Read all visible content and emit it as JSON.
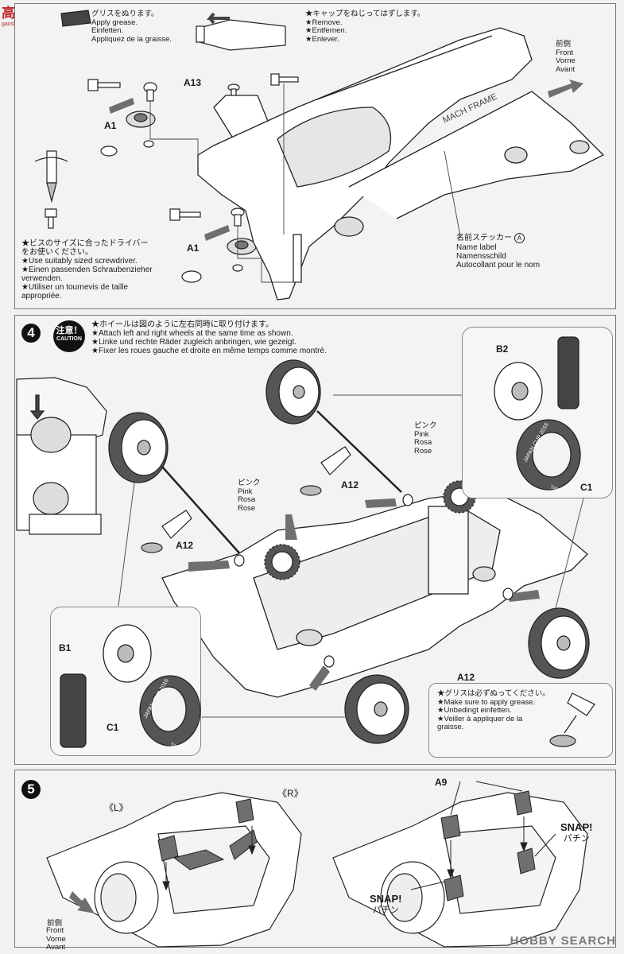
{
  "watermark": {
    "site": "高玩网",
    "url": "gaoshanwan.com",
    "bottom": "HOBBY SEARCH"
  },
  "step3": {
    "grease_note": {
      "jp": "グリスをぬります。",
      "en": "Apply grease.",
      "de": "Einfetten.",
      "fr": "Appliquez de la graisse."
    },
    "remove_note": {
      "jp": "★キャップをねじってはずします。",
      "en": "★Remove.",
      "de": "★Entfernen.",
      "fr": "★Enlever."
    },
    "front": {
      "jp": "前側",
      "en": "Front",
      "de": "Vorne",
      "fr": "Avant"
    },
    "parts": {
      "a13": "A13",
      "a1_top": "A1",
      "a1_bottom": "A1"
    },
    "driver_note": {
      "jp1": "★ビスのサイズに合ったドライバー",
      "jp2": "をお使いください。",
      "en": "★Use suitably sized screwdriver.",
      "de1": "★Einen passenden Schraubenzieher",
      "de2": "verwenden.",
      "fr1": "★Utiliser un tournevis de taille",
      "fr2": "appropriée."
    },
    "name_label": {
      "jp": "名前ステッカー",
      "circ": "A",
      "en": "Name label",
      "de": "Namensschild",
      "fr": "Autocollant pour le nom"
    },
    "chassis_text": "MACH FRAME"
  },
  "step4": {
    "number": "4",
    "caution": {
      "jp": "注意！",
      "en": "CAUTION"
    },
    "instructions": {
      "jp": "★ホイールは図のように左右同時に取り付けます。",
      "en": "★Attach left and right wheels at the same time as shown.",
      "de": "★Linke und rechte Räder zugleich anbringen, wie gezeigt.",
      "fr": "★Fixer les roues gauche et droite en même temps comme montré."
    },
    "pink_left": {
      "jp": "ピンク",
      "en": "Pink",
      "de": "Rosa",
      "fr": "Rose"
    },
    "pink_right": {
      "jp": "ピンク",
      "en": "Pink",
      "de": "Rosa",
      "fr": "Rose"
    },
    "parts": {
      "a12_left": "A12",
      "a12_mid": "A12",
      "a12_bottom": "A12",
      "b1": "B1",
      "b2": "B2",
      "c1_left": "C1",
      "c1_right": "C1"
    },
    "tire_print": {
      "line1": "JAPAN CUP 2016",
      "line2": "TAMIYA"
    },
    "grease_note": {
      "jp": "★グリスは必ずぬってください。",
      "en": "★Make sure to apply grease.",
      "de": "★Unbedingt einfetten.",
      "fr1": "★Veiller à appliquer de la",
      "fr2": "graisse."
    }
  },
  "step5": {
    "number": "5",
    "left_label": "《L》",
    "right_label": "《R》",
    "a9": "A9",
    "snap1": {
      "en": "SNAP!",
      "jp": "パチン"
    },
    "snap2": {
      "en": "SNAP!",
      "jp": "パチン"
    },
    "front": {
      "jp": "前側",
      "en": "Front",
      "de": "Vorne",
      "fr": "Avant"
    }
  },
  "colors": {
    "ink": "#1a1a1a",
    "grey_arrow": "#6f6f6f",
    "paper": "#f1f1f1",
    "logo_red": "#c12a2a"
  }
}
